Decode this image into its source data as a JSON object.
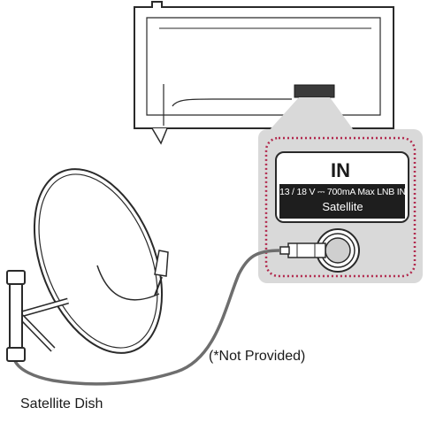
{
  "port_panel": {
    "title": "IN",
    "spec": "13 / 18 V ⎓ 700mA Max  LNB IN",
    "name": "Satellite"
  },
  "captions": {
    "not_provided": "(*Not Provided)",
    "dish": "Satellite Dish"
  },
  "colors": {
    "outline": "#2a2a2a",
    "panel_fill": "#d9d9d9",
    "dotted_border": "#b22a4e",
    "label_bar": "#1e1e1e",
    "cable": "#6e6e6e"
  }
}
